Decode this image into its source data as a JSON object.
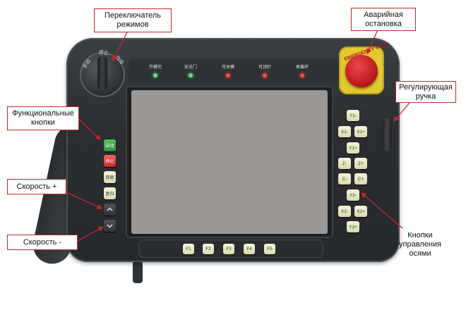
{
  "callouts": {
    "mode_switch": "Переключатель\nрежимов",
    "emergency_stop": "Аварийная\nостановка",
    "adjust_knob": "Регулирующая\nручка",
    "function_buttons": "Функциональные\nкнопки",
    "speed_plus": "Скорость +",
    "speed_minus": "Скорость -",
    "axis_buttons": "Кнопки\nуправления\nосями"
  },
  "indicators": [
    "开模完",
    "安全门",
    "可关模",
    "可顶针",
    "再循环"
  ],
  "mode_labels": [
    "手动",
    "停止",
    "自动"
  ],
  "estop_text": "EMERGENCY STOP",
  "left_keys": [
    "启动",
    "停止",
    "回原",
    "复归"
  ],
  "function_keys": [
    "F1",
    "F2",
    "F3",
    "F4",
    "F5"
  ],
  "axis_keys": [
    "Y1-",
    "X1-",
    "X1+",
    "Y1+",
    "Z-",
    "Z+",
    "C-",
    "C+",
    "Y2-",
    "X2-",
    "X2+",
    "Y2+"
  ],
  "colors": {
    "callout_border": "#c0282c",
    "body": "#2b2e31",
    "screen": "#9a9794",
    "key": "#f0efcc",
    "green_key": "#3fae4a",
    "red_key": "#e0413d",
    "estop": "#d02026",
    "estop_ring": "#e2c92e",
    "led_green": "#5fe07a",
    "led_red": "#ff4a3a"
  },
  "icons": {
    "speed_plus_key": "chevron-up-icon",
    "speed_minus_key": "chevron-down-icon"
  }
}
